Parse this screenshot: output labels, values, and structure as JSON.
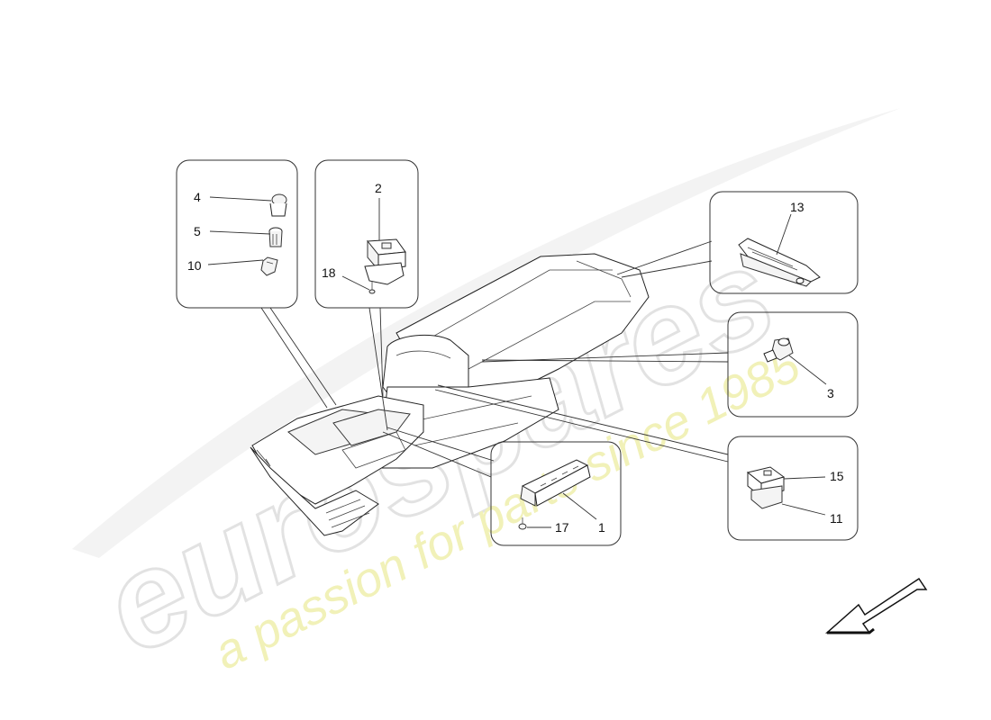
{
  "watermark": {
    "brand": "eurospares",
    "tagline": "a passion for parts since 1985"
  },
  "callouts": [
    {
      "id": "c4",
      "text": "4"
    },
    {
      "id": "c5",
      "text": "5"
    },
    {
      "id": "c10",
      "text": "10"
    },
    {
      "id": "c2",
      "text": "2"
    },
    {
      "id": "c18",
      "text": "18"
    },
    {
      "id": "c13",
      "text": "13"
    },
    {
      "id": "c3",
      "text": "3"
    },
    {
      "id": "c15",
      "text": "15"
    },
    {
      "id": "c11",
      "text": "11"
    },
    {
      "id": "c17",
      "text": "17"
    },
    {
      "id": "c1",
      "text": "1"
    }
  ],
  "icons": {
    "direction_arrow": "arrow-down-left-icon"
  }
}
